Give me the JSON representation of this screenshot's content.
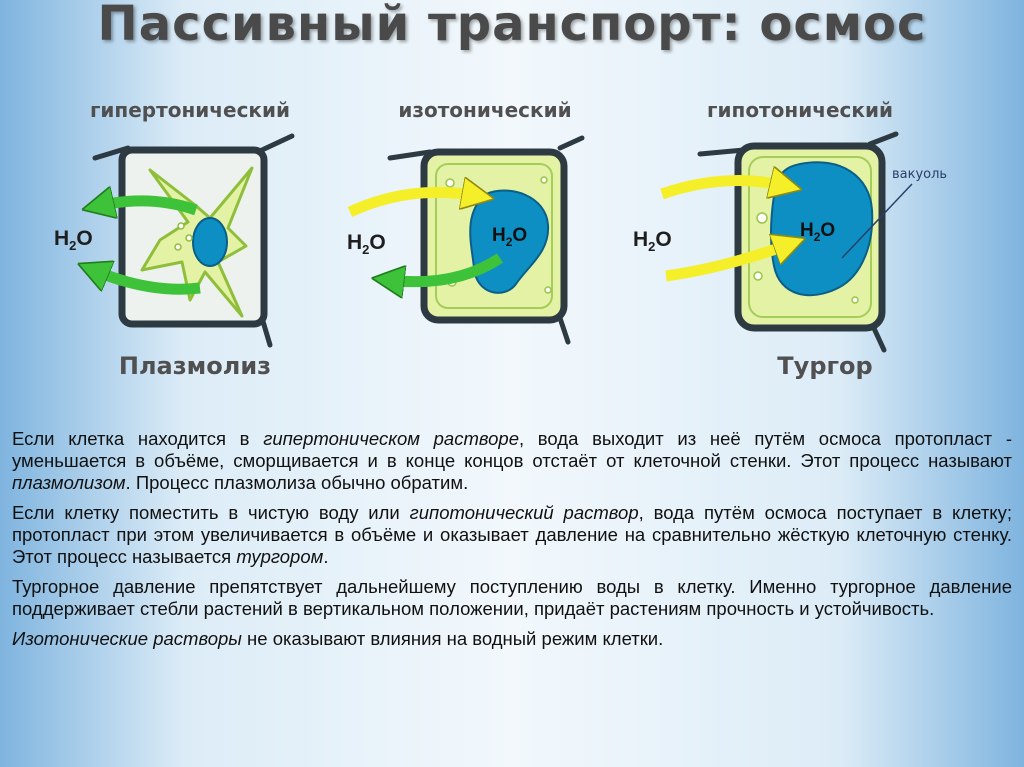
{
  "title": "Пассивный транспорт: осмос",
  "diagram": {
    "panels": [
      {
        "label": "гипертонический",
        "caption": "Плазмолиз"
      },
      {
        "label": "изотонический",
        "caption": ""
      },
      {
        "label": "гипотонический",
        "caption": "Тургор"
      }
    ],
    "water_label_prefix": "H",
    "water_label_sub": "2",
    "water_label_suffix": "O",
    "vacuole_label": "вакуоль"
  },
  "paragraphs": {
    "p1": {
      "t1": "Если клетка находится в ",
      "i1": "гипертоническом растворе",
      "t2": ", вода выходит из неё путём осмоса протопласт - уменьшается в объёме, сморщивается и в конце концов отстаёт от клеточной стенки. Этот процесс называют ",
      "i2": "плазмолизом",
      "t3": ". Процесс плазмолиза обычно обратим."
    },
    "p2": {
      "t1": "Если клетку поместить в чистую воду или ",
      "i1": "гипотонический раствор",
      "t2": ", вода путём осмоса поступает в клетку; протопласт при этом увеличивается в объёме и оказывает давление на сравнительно жёсткую клеточную стенку. Этот процесс называется ",
      "i2": "тургором",
      "t3": "."
    },
    "p3": {
      "t1": "Тургорное давление препятствует дальнейшему поступлению воды в клетку. Именно тургорное давление поддерживает стебли растений в вертикальном положении, придаёт растениям прочность и устойчивость."
    },
    "p4": {
      "i1": "Изотонические растворы",
      "t1": " не оказывают влияния на водный режим клетки."
    }
  },
  "colors": {
    "cell_wall": "#2d3a42",
    "cytoplasm": "#e4f2a6",
    "vacuole": "#0d8fc4",
    "arrow_out": "#3ec23a",
    "arrow_in": "#f5ef2a"
  }
}
